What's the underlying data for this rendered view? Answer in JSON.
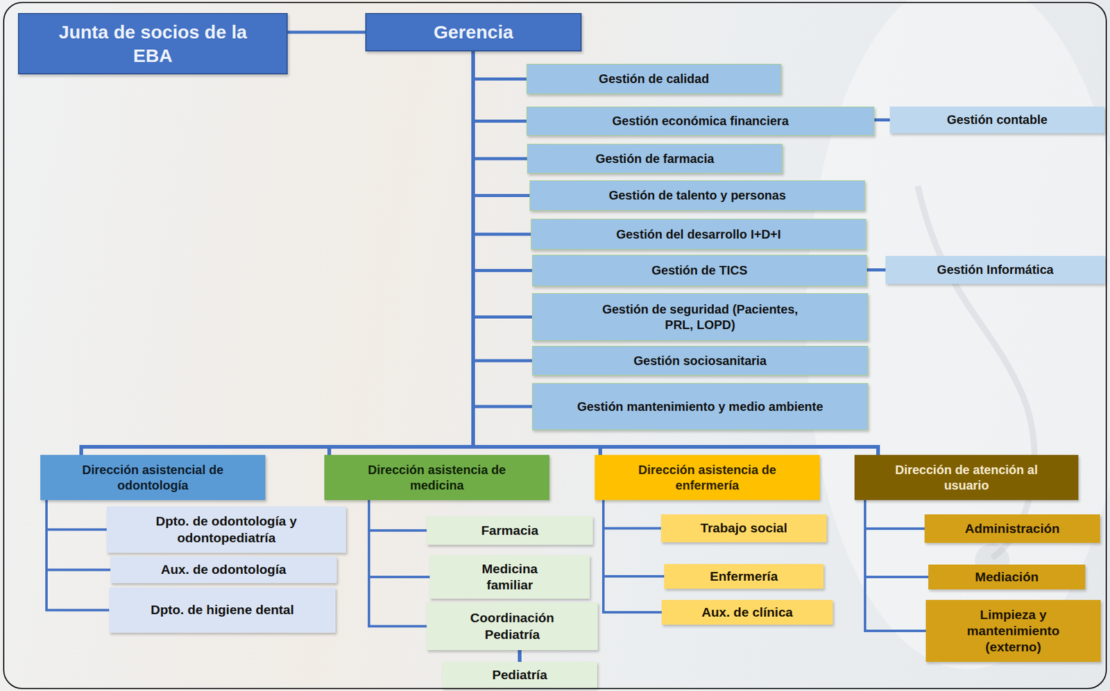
{
  "diagram": {
    "nodes": [
      {
        "text": [
          "Junta de socios de la EBA"
        ]
      },
      {
        "text": [
          "Gerencia"
        ]
      },
      {
        "text": [
          "Gestión de calidad"
        ]
      },
      {
        "text": [
          "Gestión económica financiera"
        ]
      },
      {
        "text": [
          "Gestión contable"
        ]
      },
      {
        "text": [
          "Gestión de farmacia"
        ]
      },
      {
        "text": [
          "Gestión de talento y personas"
        ]
      },
      {
        "text": [
          "Gestión del desarrollo I+D+I"
        ]
      },
      {
        "text": [
          "Gestión de TICS"
        ]
      },
      {
        "text": [
          "Gestión Informática"
        ]
      },
      {
        "text": [
          "Gestión de seguridad (Pacientes, PRL, LOPD)"
        ]
      },
      {
        "text": [
          "Gestión sociosanitaria"
        ]
      },
      {
        "text": [
          "Gestión mantenimiento y medio ambiente"
        ]
      },
      {
        "text": [
          "Dirección asistencial de odontología"
        ]
      },
      {
        "text": [
          "Dirección asistencia de medicina"
        ]
      },
      {
        "text": [
          "Dirección asistencia de enfermería"
        ]
      },
      {
        "text": [
          "Dirección de atención al usuario"
        ]
      },
      {
        "text": [
          "Dpto. de odontología y odontopediatría"
        ]
      },
      {
        "text": [
          "Aux. de odontología"
        ]
      },
      {
        "text": [
          "Dpto. de higiene dental"
        ]
      },
      {
        "text": [
          "Farmacia"
        ]
      },
      {
        "text": [
          "Medicina familiar"
        ]
      },
      {
        "text": [
          "Coordinación Pediatría"
        ]
      },
      {
        "text": [
          "Pediatría"
        ]
      },
      {
        "text": [
          "Trabajo social"
        ]
      },
      {
        "text": [
          "Enfermería"
        ]
      },
      {
        "text": [
          "Aux. de clínica"
        ]
      },
      {
        "text": [
          "Administración"
        ]
      },
      {
        "text": [
          "Mediación"
        ]
      },
      {
        "text": [
          "Limpieza y mantenimiento (externo)"
        ]
      }
    ],
    "edges": [
      {
        "from": 0,
        "to": 1,
        "arrow": "none"
      },
      {
        "from": 1,
        "to": 2,
        "arrow": "none"
      },
      {
        "from": 1,
        "to": 3,
        "arrow": "none"
      },
      {
        "from": 3,
        "to": 4,
        "arrow": "none"
      },
      {
        "from": 1,
        "to": 5,
        "arrow": "none"
      },
      {
        "from": 1,
        "to": 6,
        "arrow": "none"
      },
      {
        "from": 1,
        "to": 7,
        "arrow": "none"
      },
      {
        "from": 1,
        "to": 8,
        "arrow": "none"
      },
      {
        "from": 8,
        "to": 9,
        "arrow": "none"
      },
      {
        "from": 1,
        "to": 10,
        "arrow": "none"
      },
      {
        "from": 1,
        "to": 11,
        "arrow": "none"
      },
      {
        "from": 1,
        "to": 12,
        "arrow": "none"
      },
      {
        "from": 1,
        "to": 13,
        "arrow": "none"
      },
      {
        "from": 1,
        "to": 14,
        "arrow": "none"
      },
      {
        "from": 1,
        "to": 15,
        "arrow": "none"
      },
      {
        "from": 1,
        "to": 16,
        "arrow": "none"
      },
      {
        "from": 13,
        "to": 17,
        "arrow": "none"
      },
      {
        "from": 13,
        "to": 18,
        "arrow": "none"
      },
      {
        "from": 13,
        "to": 19,
        "arrow": "none"
      },
      {
        "from": 14,
        "to": 20,
        "arrow": "none"
      },
      {
        "from": 14,
        "to": 21,
        "arrow": "none"
      },
      {
        "from": 14,
        "to": 22,
        "arrow": "none"
      },
      {
        "from": 22,
        "to": 23,
        "arrow": "none"
      },
      {
        "from": 15,
        "to": 24,
        "arrow": "none"
      },
      {
        "from": 15,
        "to": 25,
        "arrow": "none"
      },
      {
        "from": 15,
        "to": 26,
        "arrow": "none"
      },
      {
        "from": 16,
        "to": 27,
        "arrow": "none"
      },
      {
        "from": 16,
        "to": 28,
        "arrow": "none"
      },
      {
        "from": 16,
        "to": 29,
        "arrow": "none"
      }
    ]
  }
}
